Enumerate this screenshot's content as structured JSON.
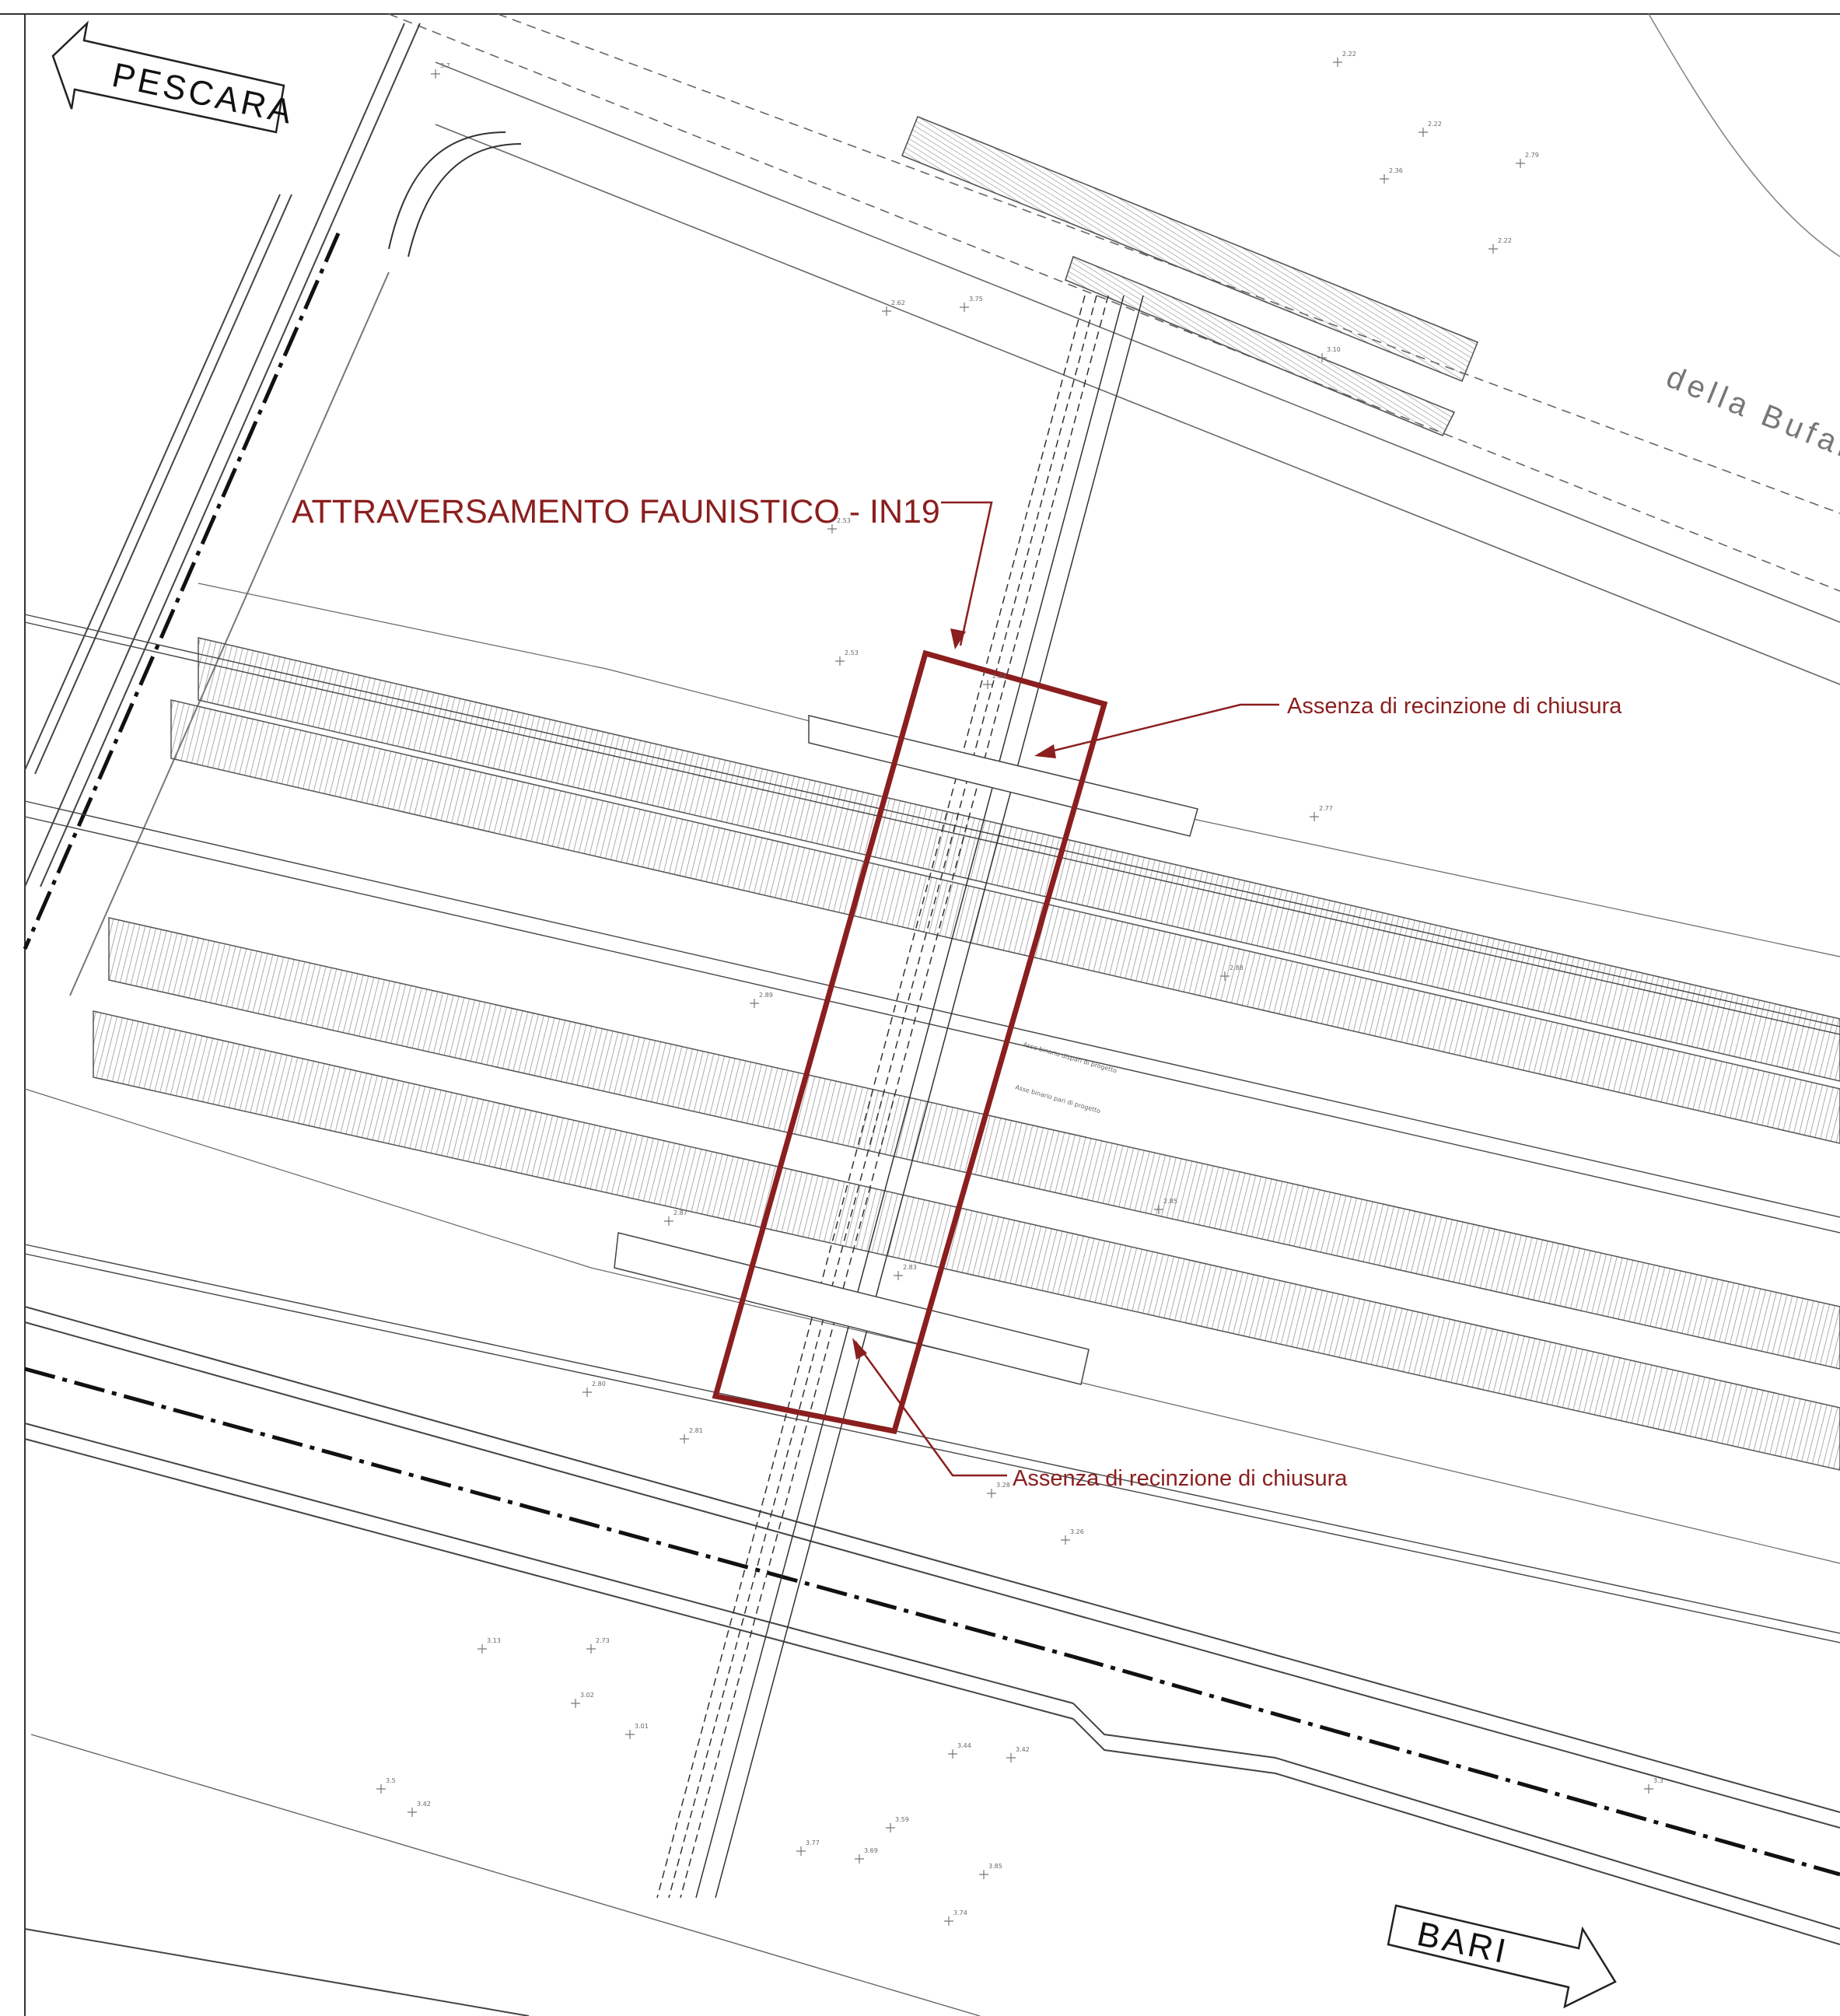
{
  "direction_labels": {
    "north": "PESCARA",
    "south": "BARI"
  },
  "road_name": "della Bufalara",
  "title": "ATTRAVERSAMENTO FAUNISTICO - IN19",
  "notes": {
    "top": "Assenza di recinzione di chiusura",
    "bottom": "Assenza di recinzione di chiusura"
  },
  "track_axes": {
    "odd": "Asse binario dispari di progetto",
    "even": "Asse binario pari di progetto"
  },
  "colors": {
    "annotation": "#8B1E1E",
    "linework": "#555555",
    "background": "#ffffff"
  },
  "spot_levels": [
    {
      "v": "3.7"
    },
    {
      "v": "2.22"
    },
    {
      "v": "2.22"
    },
    {
      "v": "2.79"
    },
    {
      "v": "2.36"
    },
    {
      "v": "2.22"
    },
    {
      "v": "3.10"
    },
    {
      "v": "2.53"
    },
    {
      "v": "2.62"
    },
    {
      "v": "3.75"
    },
    {
      "v": "2.53"
    },
    {
      "v": "2.24"
    },
    {
      "v": "2.77"
    },
    {
      "v": "2.89"
    },
    {
      "v": "2.88"
    },
    {
      "v": "2.85"
    },
    {
      "v": "2.87"
    },
    {
      "v": "2.83"
    },
    {
      "v": "2.80"
    },
    {
      "v": "2.81"
    },
    {
      "v": "3.26"
    },
    {
      "v": "3.28"
    },
    {
      "v": "2.73"
    },
    {
      "v": "3.13"
    },
    {
      "v": "3.02"
    },
    {
      "v": "3.01"
    },
    {
      "v": "3.42"
    },
    {
      "v": "3.5"
    },
    {
      "v": "3.44"
    },
    {
      "v": "3.42"
    },
    {
      "v": "3.77"
    },
    {
      "v": "3.85"
    },
    {
      "v": "3.59"
    },
    {
      "v": "3.69"
    },
    {
      "v": "3.74"
    },
    {
      "v": "3.3"
    }
  ]
}
